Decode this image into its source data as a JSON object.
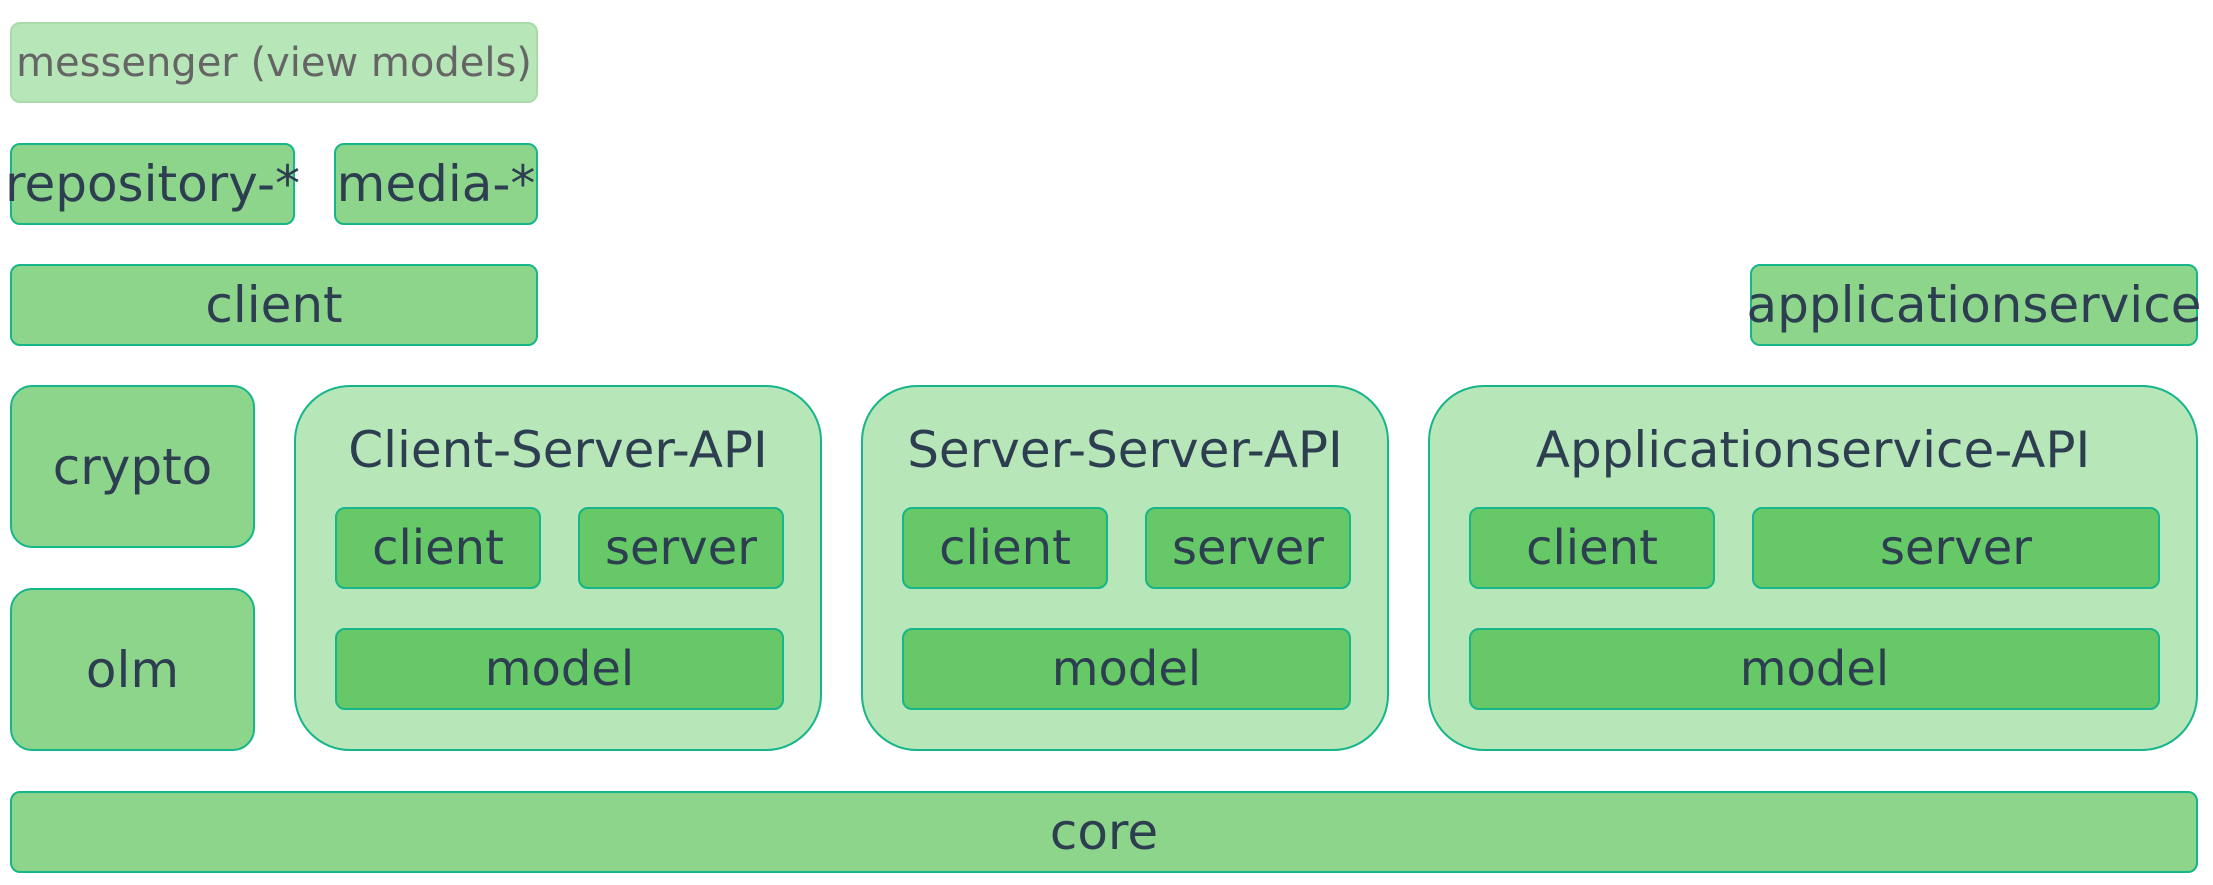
{
  "messenger": "messenger (view models)",
  "repository": "repository-*",
  "media": "media-*",
  "client_top": "client",
  "applicationservice": "applicationservice",
  "crypto": "crypto",
  "olm": "olm",
  "core": "core",
  "apis": [
    {
      "title": "Client-Server-API",
      "client": "client",
      "server": "server",
      "model": "model"
    },
    {
      "title": "Server-Server-API",
      "client": "client",
      "server": "server",
      "model": "model"
    },
    {
      "title": "Applicationservice-API",
      "client": "client",
      "server": "server",
      "model": "model"
    }
  ],
  "colors": {
    "module": "#8ed58c",
    "submodule": "#66c866",
    "group": "#b7e6b8",
    "border": "#16b58a",
    "text": "#2c3e50",
    "faint_text": "#656565"
  }
}
